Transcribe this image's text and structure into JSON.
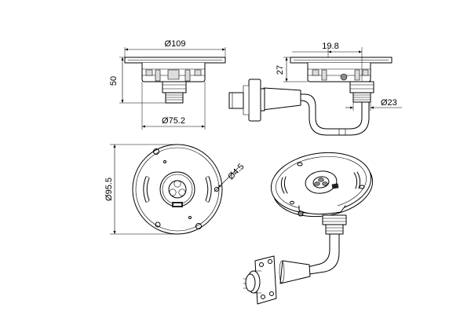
{
  "dimensions": {
    "top_diameter": "Ø109",
    "height": "50",
    "body_diameter": "Ø75.2",
    "offset": "19.8",
    "flange_height": "27",
    "cable_diameter": "Ø23",
    "plan_diameter": "Ø95.5",
    "hole_diameter": "Ø4.5"
  }
}
